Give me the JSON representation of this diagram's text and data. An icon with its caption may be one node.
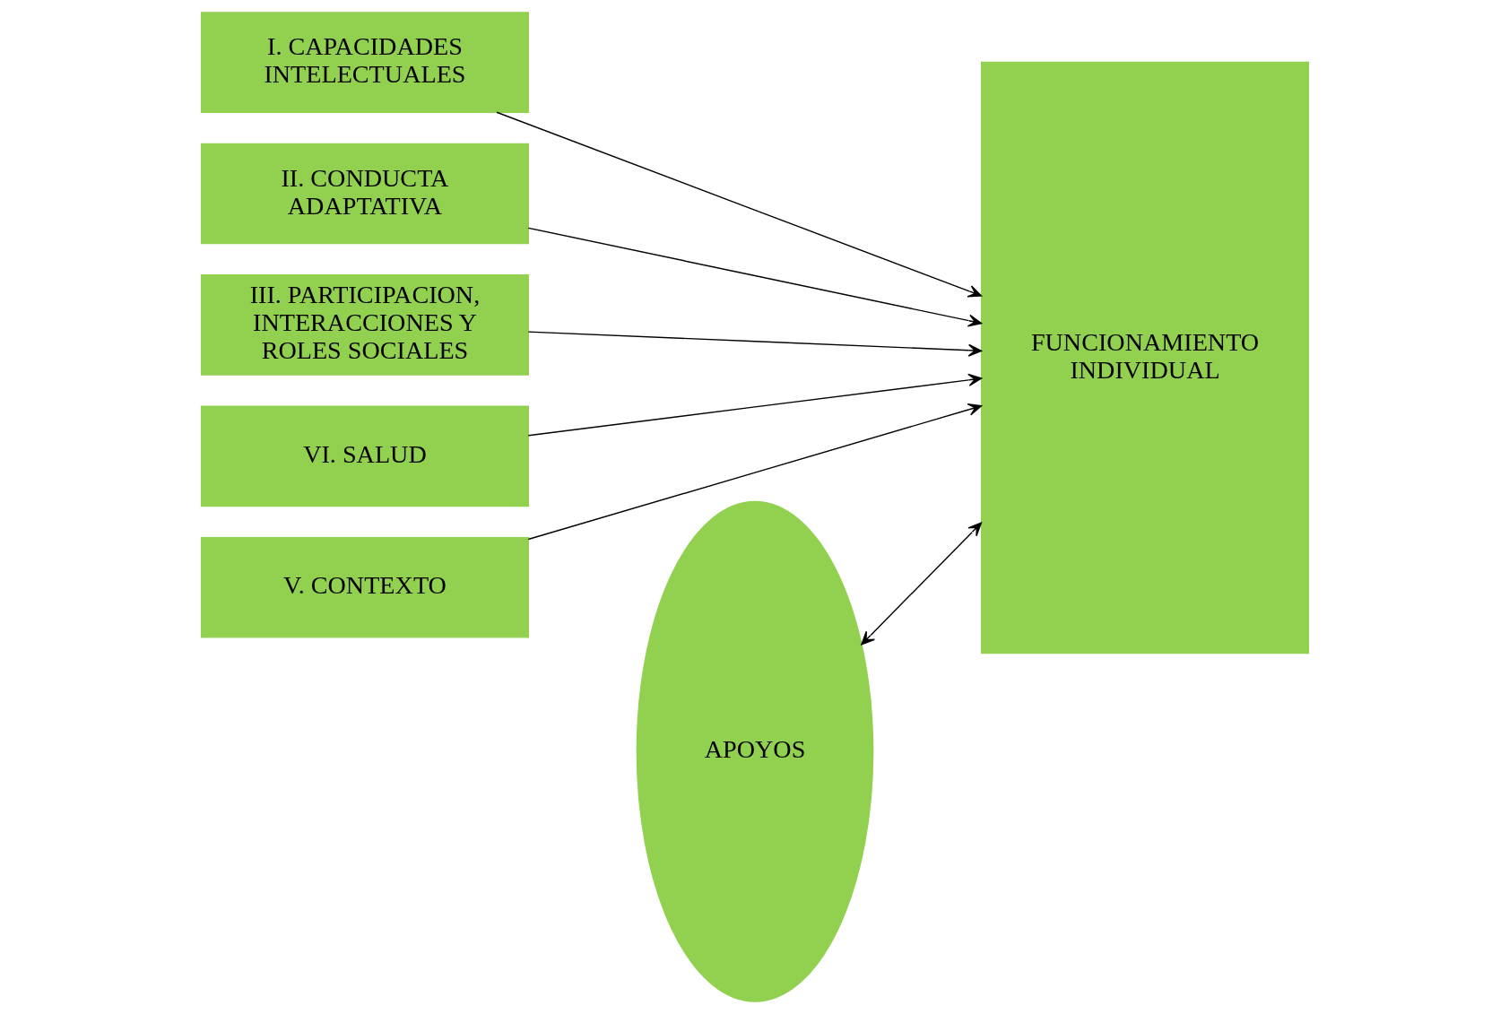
{
  "diagram": {
    "nodes": [
      {
        "text": [
          "I. CAPACIDADES INTELECTUALES"
        ]
      },
      {
        "text": [
          "II. CONDUCTA ADAPTATIVA"
        ]
      },
      {
        "text": [
          "III. PARTICIPACION, INTERACCIONES Y ROLES SOCIALES"
        ]
      },
      {
        "text": [
          "VI. SALUD"
        ]
      },
      {
        "text": [
          "V. CONTEXTO"
        ]
      },
      {
        "text": [
          "APOYOS"
        ]
      },
      {
        "text": [
          "FUNCIONAMIENTO INDIVIDUAL"
        ]
      }
    ],
    "edges": [
      {
        "from": 0,
        "to": 6,
        "arrow": "to"
      },
      {
        "from": 1,
        "to": 6,
        "arrow": "to"
      },
      {
        "from": 2,
        "to": 6,
        "arrow": "to"
      },
      {
        "from": 3,
        "to": 6,
        "arrow": "to"
      },
      {
        "from": 4,
        "to": 6,
        "arrow": "to"
      },
      {
        "from": 5,
        "to": 6,
        "arrow": "both"
      }
    ]
  }
}
